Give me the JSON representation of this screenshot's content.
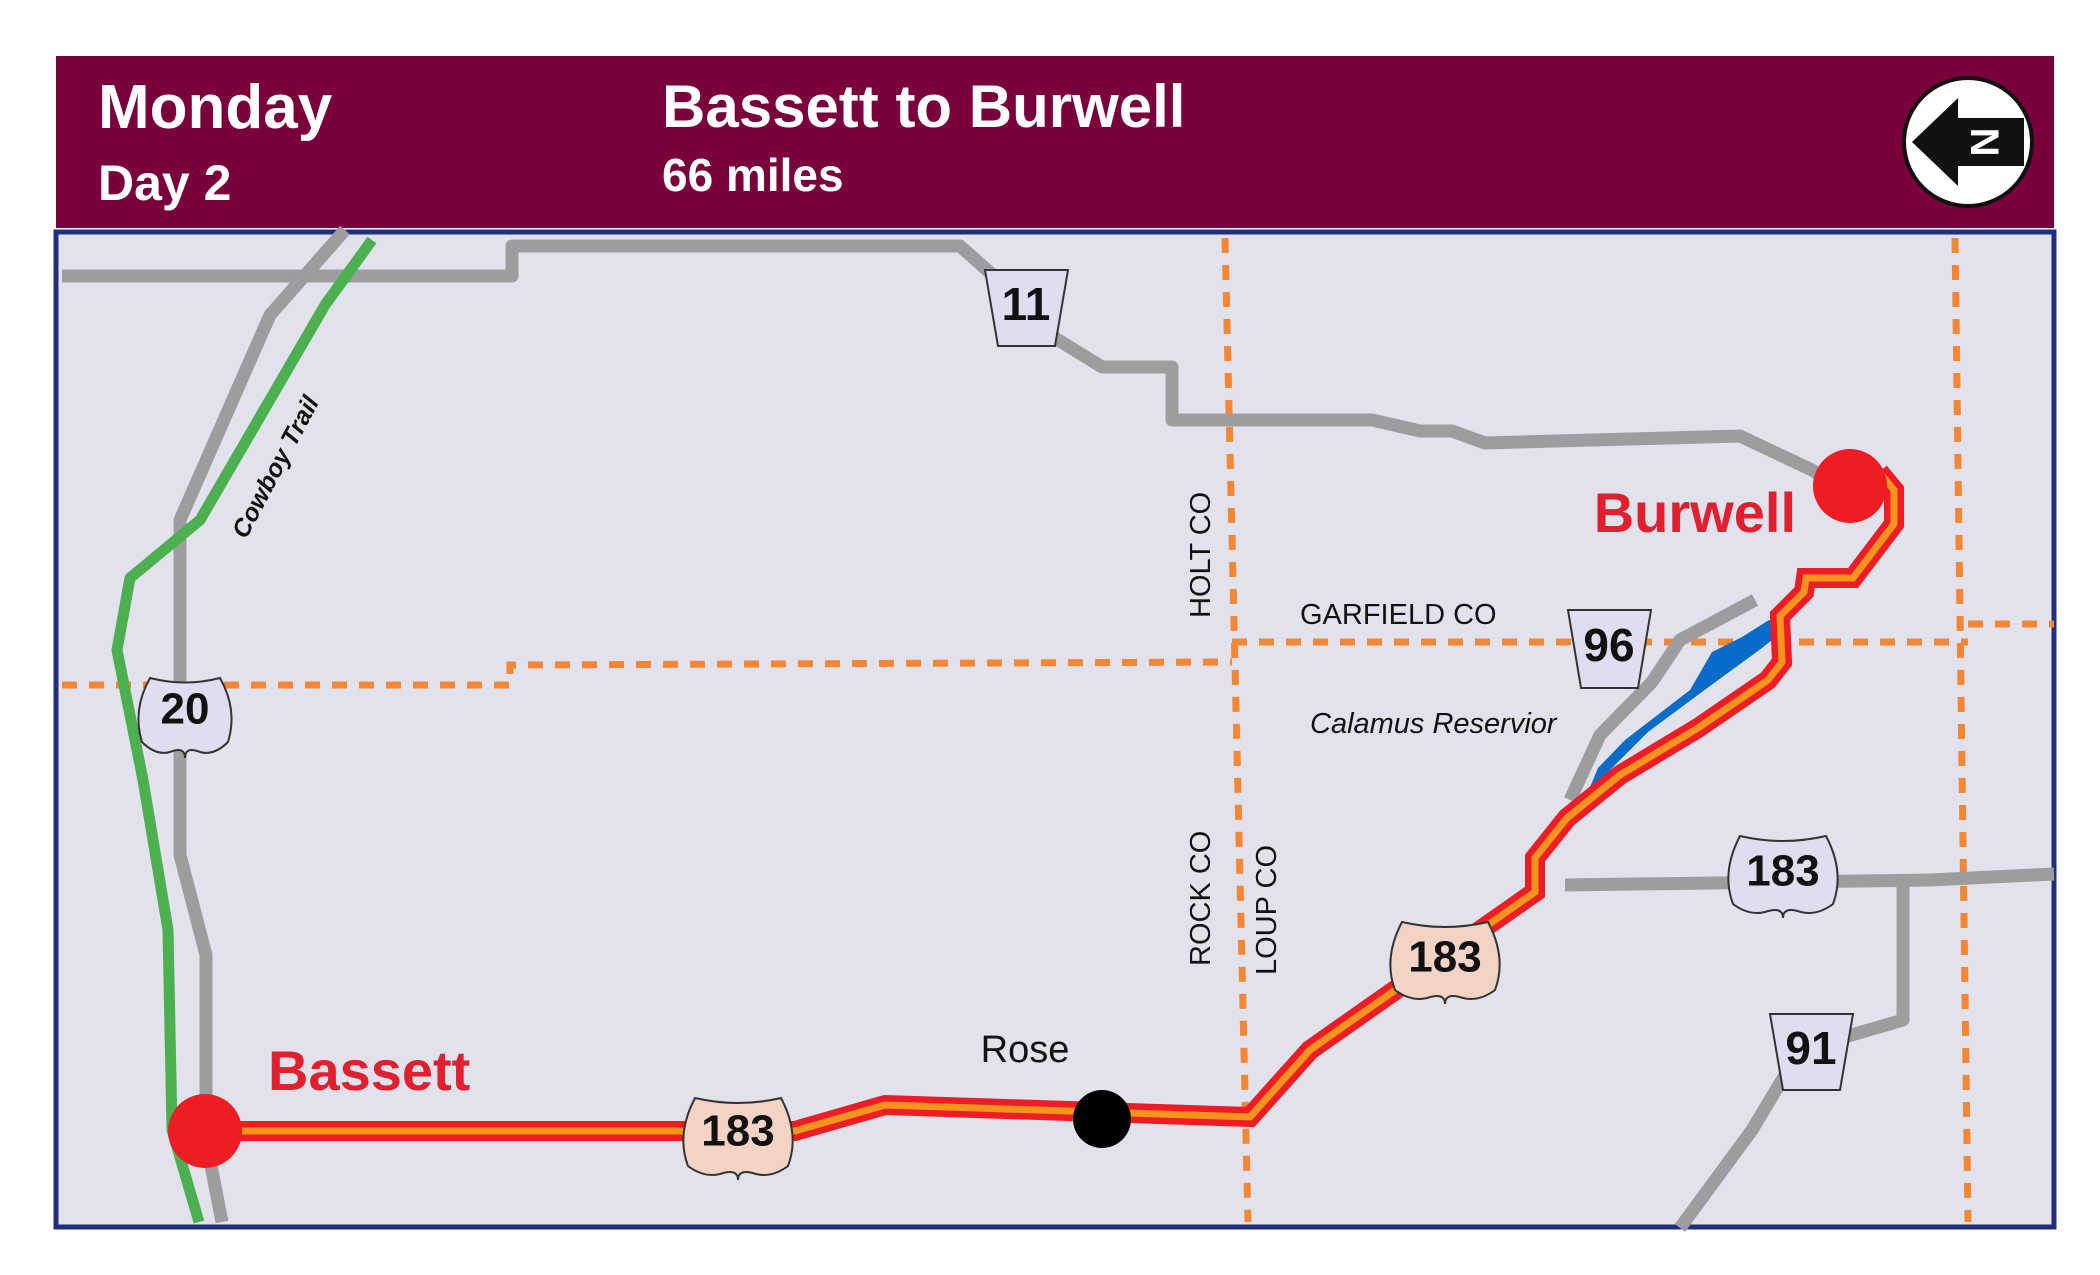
{
  "header": {
    "day_name": "Monday",
    "day_number": "Day 2",
    "route_title": "Bassett to Burwell",
    "distance": "66 miles",
    "north_arrow_label": "N"
  },
  "colors": {
    "header_bg": "#7a003c",
    "map_bg": "#e2e2ec",
    "map_border": "#1f2f7a",
    "route_outer": "#ee1c24",
    "route_inner": "#f7941d",
    "county_line": "#f58634",
    "road": "#9d9d9f",
    "trail": "#4caf50",
    "reservoir": "#0a6cc9",
    "city_label": "#e0202e"
  },
  "towns": {
    "start": "Bassett",
    "end": "Burwell",
    "waypoint": "Rose"
  },
  "highway_shields": {
    "us20": "20",
    "ne11": "11",
    "ne96": "96",
    "us183_a": "183",
    "us183_b": "183",
    "us183_c": "183",
    "ne91": "91"
  },
  "labels": {
    "trail": "Cowboy Trail",
    "holt_co": "HOLT CO",
    "garfield_co": "GARFIELD CO",
    "rock_co": "ROCK CO",
    "loup_co": "LOUP CO",
    "reservoir": "Calamus Reservior"
  }
}
